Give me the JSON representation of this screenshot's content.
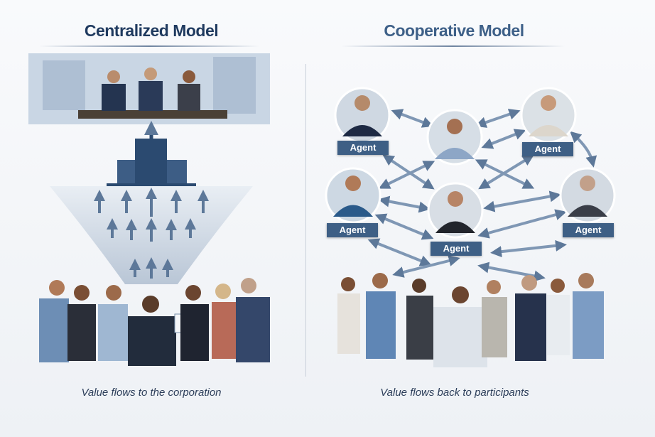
{
  "left": {
    "title": "Centralized Model",
    "caption": "Value flows to the corporation",
    "title_color": "#1f3a5f"
  },
  "right": {
    "title": "Cooperative Model",
    "caption": "Value flows back to participants",
    "title_color": "#3e6088",
    "agent_label": "Agent"
  }
}
